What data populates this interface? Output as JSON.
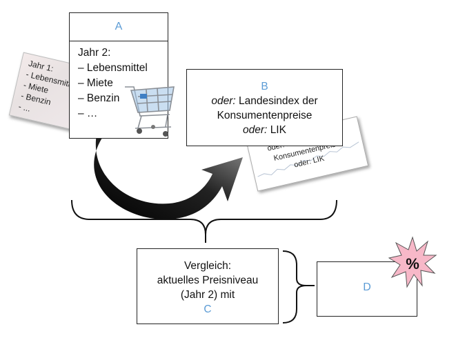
{
  "box_a": {
    "letter": "A",
    "year": "Jahr 2:",
    "items": [
      "– Lebensmittel",
      "– Miete",
      "– Benzin",
      "– …"
    ]
  },
  "card_year1": {
    "lines": [
      "Jahr 1:",
      "- Lebensmittel",
      "- Miete",
      "- Benzin",
      "- ..."
    ]
  },
  "box_b": {
    "letter": "B",
    "line1_prefix": "oder:",
    "line1_text": "Landesindex der",
    "line2": "Konsumentenpreise",
    "line3_prefix": "oder:",
    "line3_text": "LIK"
  },
  "card_lik": {
    "line1": "oder: Landesindex der",
    "line2": "Konsumentenpreise",
    "line3": "oder: LIK"
  },
  "box_c": {
    "line1": "Vergleich:",
    "line2": "aktuelles Preisniveau",
    "line3": "(Jahr 2) mit",
    "letter": "C"
  },
  "box_d": {
    "letter": "D"
  },
  "badge": {
    "symbol": "%"
  },
  "colors": {
    "letter": "#5b9bd5",
    "badge": "#f7b8c8",
    "arrow": "#111111"
  }
}
